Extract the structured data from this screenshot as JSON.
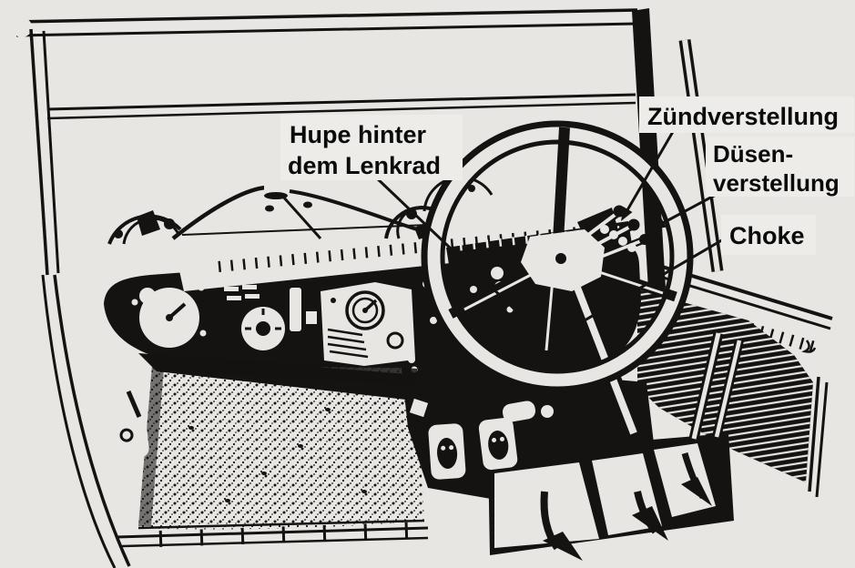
{
  "figure": {
    "kind": "scanned vintage car cockpit illustration",
    "annotations": {
      "horn_line1": "Hupe hinter",
      "horn_line2": "dem Lenkrad",
      "ignition": "Zündverstellung",
      "jet_line1": "Düsen-",
      "jet_line2": "verstellung",
      "choke": "Choke"
    },
    "colors": {
      "paper": "#e7e6e2",
      "ink": "#141312",
      "label_background": "#edece9",
      "label_text": "#0b0b0b"
    }
  }
}
